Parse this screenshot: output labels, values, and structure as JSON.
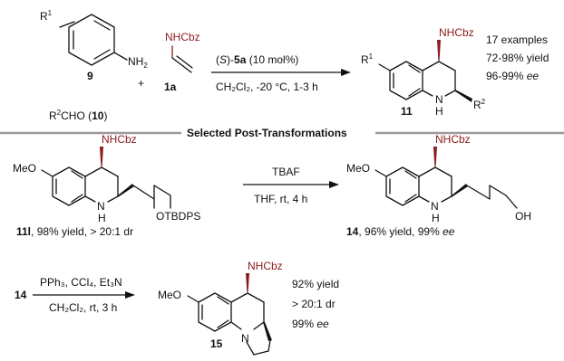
{
  "top": {
    "r1": "R",
    "r1_sup": "1",
    "nh2": "NH",
    "nh2_sub": "2",
    "cpd9": "9",
    "plus": "+",
    "nhcbz": "NHCbz",
    "cpd1a": "1a",
    "catalyst_pre": "(",
    "catalyst_s": "S",
    "catalyst_mid": ")-",
    "catalyst_5a": "5a",
    "catalyst_post": " (10 mol%)",
    "conditions": "CH₂Cl₂, -20 °C, 1-3 h",
    "aldehyde_pre": "R",
    "aldehyde_sup": "2",
    "aldehyde_mid": "CHO (",
    "aldehyde_num": "10",
    "aldehyde_post": ")",
    "product_r1": "R",
    "product_r1_sup": "1",
    "product_nhcbz": "NHCbz",
    "product_nh": "N",
    "product_h": "H",
    "product_r2": "R",
    "product_r2_sup": "2",
    "product_num": "11",
    "result_examples": "17 examples",
    "result_yield": "72-98% yield",
    "result_ee_val": "96-99% ",
    "result_ee": "ee"
  },
  "section_title": "Selected Post-Transformations",
  "middle": {
    "meo_left": "MeO",
    "nhcbz_left": "NHCbz",
    "n_left": "N",
    "h_left": "H",
    "otbdps": "OTBDPS",
    "label_left_num": "11l",
    "label_left_rest": ", 98% yield, > 20:1 dr",
    "reagent": "TBAF",
    "conditions": "THF, rt, 4 h",
    "meo_right": "MeO",
    "nhcbz_right": "NHCbz",
    "n_right": "N",
    "h_right": "H",
    "oh": "OH",
    "label_right_num": "14",
    "label_right_rest": ", 96% yield, 99% ",
    "label_right_ee": "ee"
  },
  "bottom": {
    "start": "14",
    "reagents": "PPh₃, CCl₄, Et₃N",
    "conditions": "CH₂Cl₂, rt, 3 h",
    "meo": "MeO",
    "nhcbz": "NHCbz",
    "n": "N",
    "product_num": "15",
    "result_yield": "92% yield",
    "result_dr": "> 20:1 dr",
    "result_ee_val": "99% ",
    "result_ee": "ee"
  }
}
